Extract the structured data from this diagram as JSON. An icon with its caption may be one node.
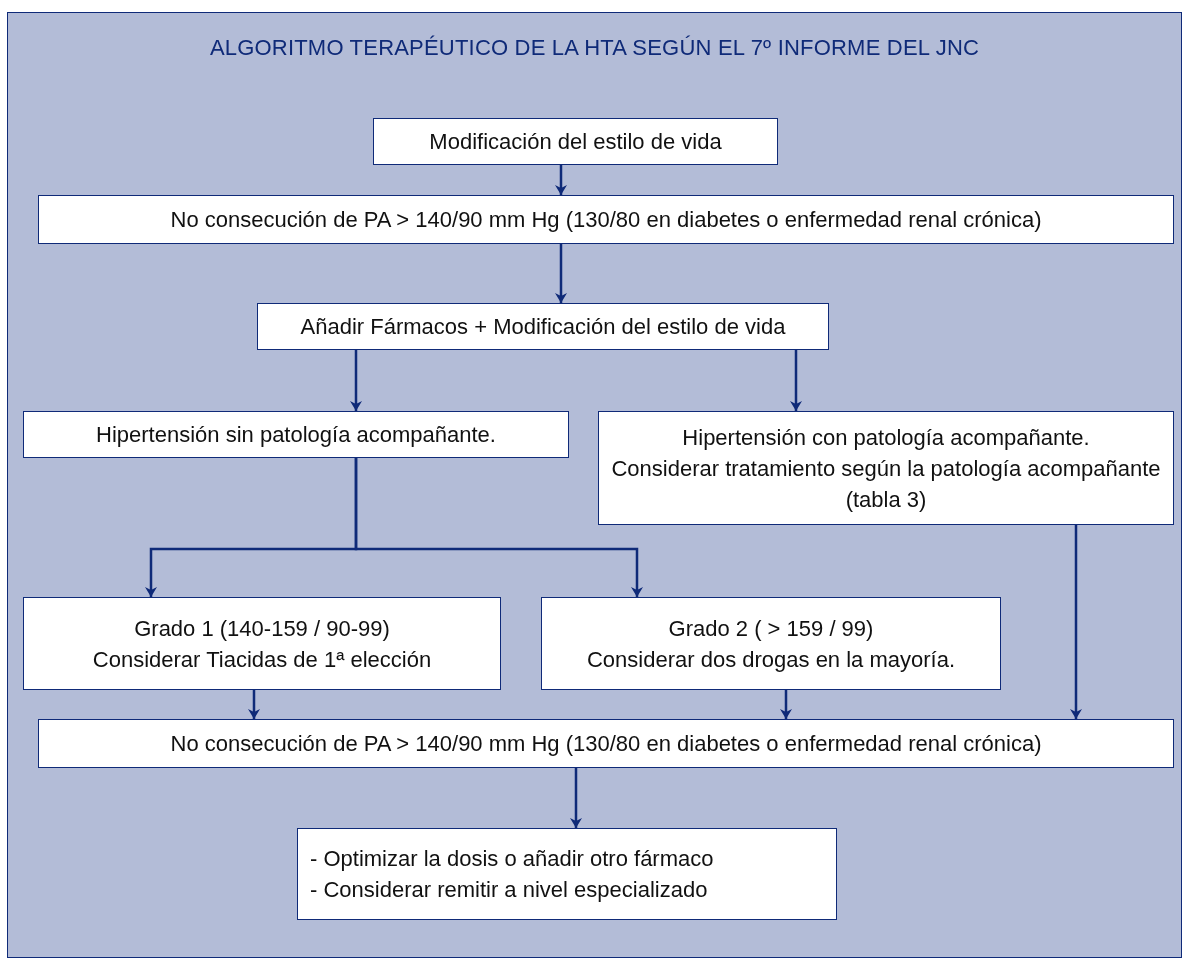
{
  "diagram": {
    "title": "ALGORITMO TERAPÉUTICO DE LA HTA SEGÚN EL 7º INFORME DEL JNC",
    "nodes": [
      {
        "text": [
          "Modificación del estilo de vida"
        ]
      },
      {
        "text": [
          "No consecución de PA > 140/90 mm Hg (130/80 en diabetes o enfermedad renal crónica)"
        ]
      },
      {
        "text": [
          "Añadir Fármacos + Modificación del estilo de vida"
        ]
      },
      {
        "text": [
          "Hipertensión sin patología acompañante."
        ]
      },
      {
        "text": [
          "Hipertensión con patología acompañante.",
          "Considerar tratamiento según la patología acompañante (tabla 3)"
        ]
      },
      {
        "text": [
          "Grado 1 (140-159 / 90-99)",
          "Considerar Tiacidas de 1ª elección"
        ]
      },
      {
        "text": [
          "Grado 2 ( > 159 / 99)",
          "Considerar dos drogas en la mayoría."
        ]
      },
      {
        "text": [
          "No consecución de PA > 140/90 mm Hg (130/80 en diabetes o enfermedad renal crónica)"
        ]
      },
      {
        "text": [
          "- Optimizar la dosis o añadir otro fármaco",
          "- Considerar remitir a nivel especializado"
        ]
      }
    ],
    "edges": [
      {
        "from": 0,
        "to": 1,
        "arrow": "to"
      },
      {
        "from": 1,
        "to": 2,
        "arrow": "to"
      },
      {
        "from": 2,
        "to": 3,
        "arrow": "to"
      },
      {
        "from": 2,
        "to": 4,
        "arrow": "to"
      },
      {
        "from": 3,
        "to": 5,
        "arrow": "to"
      },
      {
        "from": 3,
        "to": 6,
        "arrow": "to"
      },
      {
        "from": 5,
        "to": 7,
        "arrow": "to"
      },
      {
        "from": 6,
        "to": 7,
        "arrow": "to"
      },
      {
        "from": 4,
        "to": 7,
        "arrow": "to"
      },
      {
        "from": 7,
        "to": 8,
        "arrow": "to"
      }
    ]
  }
}
